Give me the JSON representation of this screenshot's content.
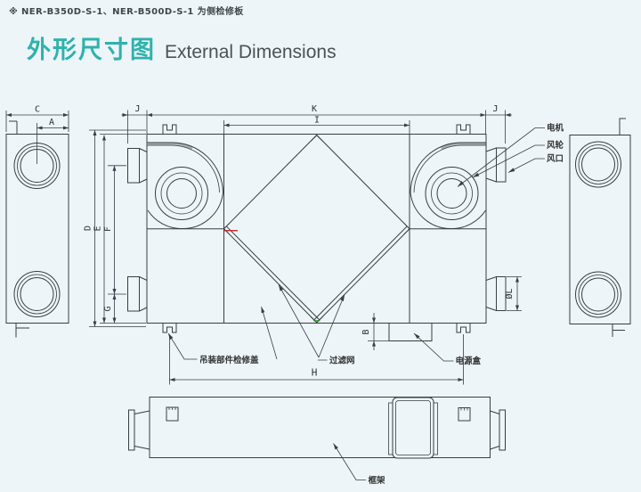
{
  "note": {
    "text": "※ NER-B350D-S-1、NER-B500D-S-1 为侧检修板"
  },
  "title": {
    "zh": "外形尺寸图",
    "en": "External Dimensions"
  },
  "colors": {
    "accent_teal": "#2fb2ad",
    "line": "#383e44",
    "background": "#edf5f8",
    "shade_gray": "#a9b0b5",
    "mark_red": "#cc2a2a",
    "mark_green": "#2e8b2e"
  },
  "dim_labels": {
    "c": "C",
    "a": "A",
    "j_left": "J",
    "k": "K",
    "i": "I",
    "j_right": "J",
    "d": "D",
    "e": "E",
    "f": "F",
    "g": "G",
    "b": "B",
    "h": "H",
    "phi_l": "ØL"
  },
  "part_labels": {
    "motor": "电机",
    "impeller": "风轮",
    "air_port": "风口",
    "hanger": "吊装部件",
    "access_cover": "检修盖",
    "filter": "过滤网",
    "power_box": "电源盒",
    "frame": "框架"
  }
}
